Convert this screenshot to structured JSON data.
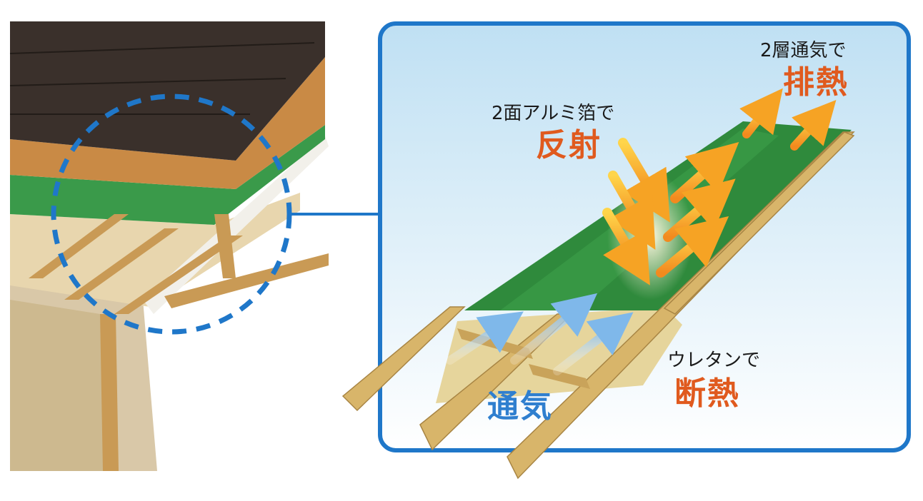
{
  "labels": {
    "heat_release_caption": "2層通気で",
    "heat_release_main": "排熱",
    "reflection_caption": "2面アルミ箔で",
    "reflection_main": "反射",
    "insulation_caption": "ウレタンで",
    "insulation_main": "断熱",
    "ventilation_main": "通気"
  },
  "colors": {
    "frame_blue": "#1f77c9",
    "accent_orange": "#e05a1e",
    "accent_blue": "#2f7fcf",
    "panel_green": "#2f8a3c",
    "roof_dark": "#3a302b",
    "timber": "#d8b56a"
  }
}
